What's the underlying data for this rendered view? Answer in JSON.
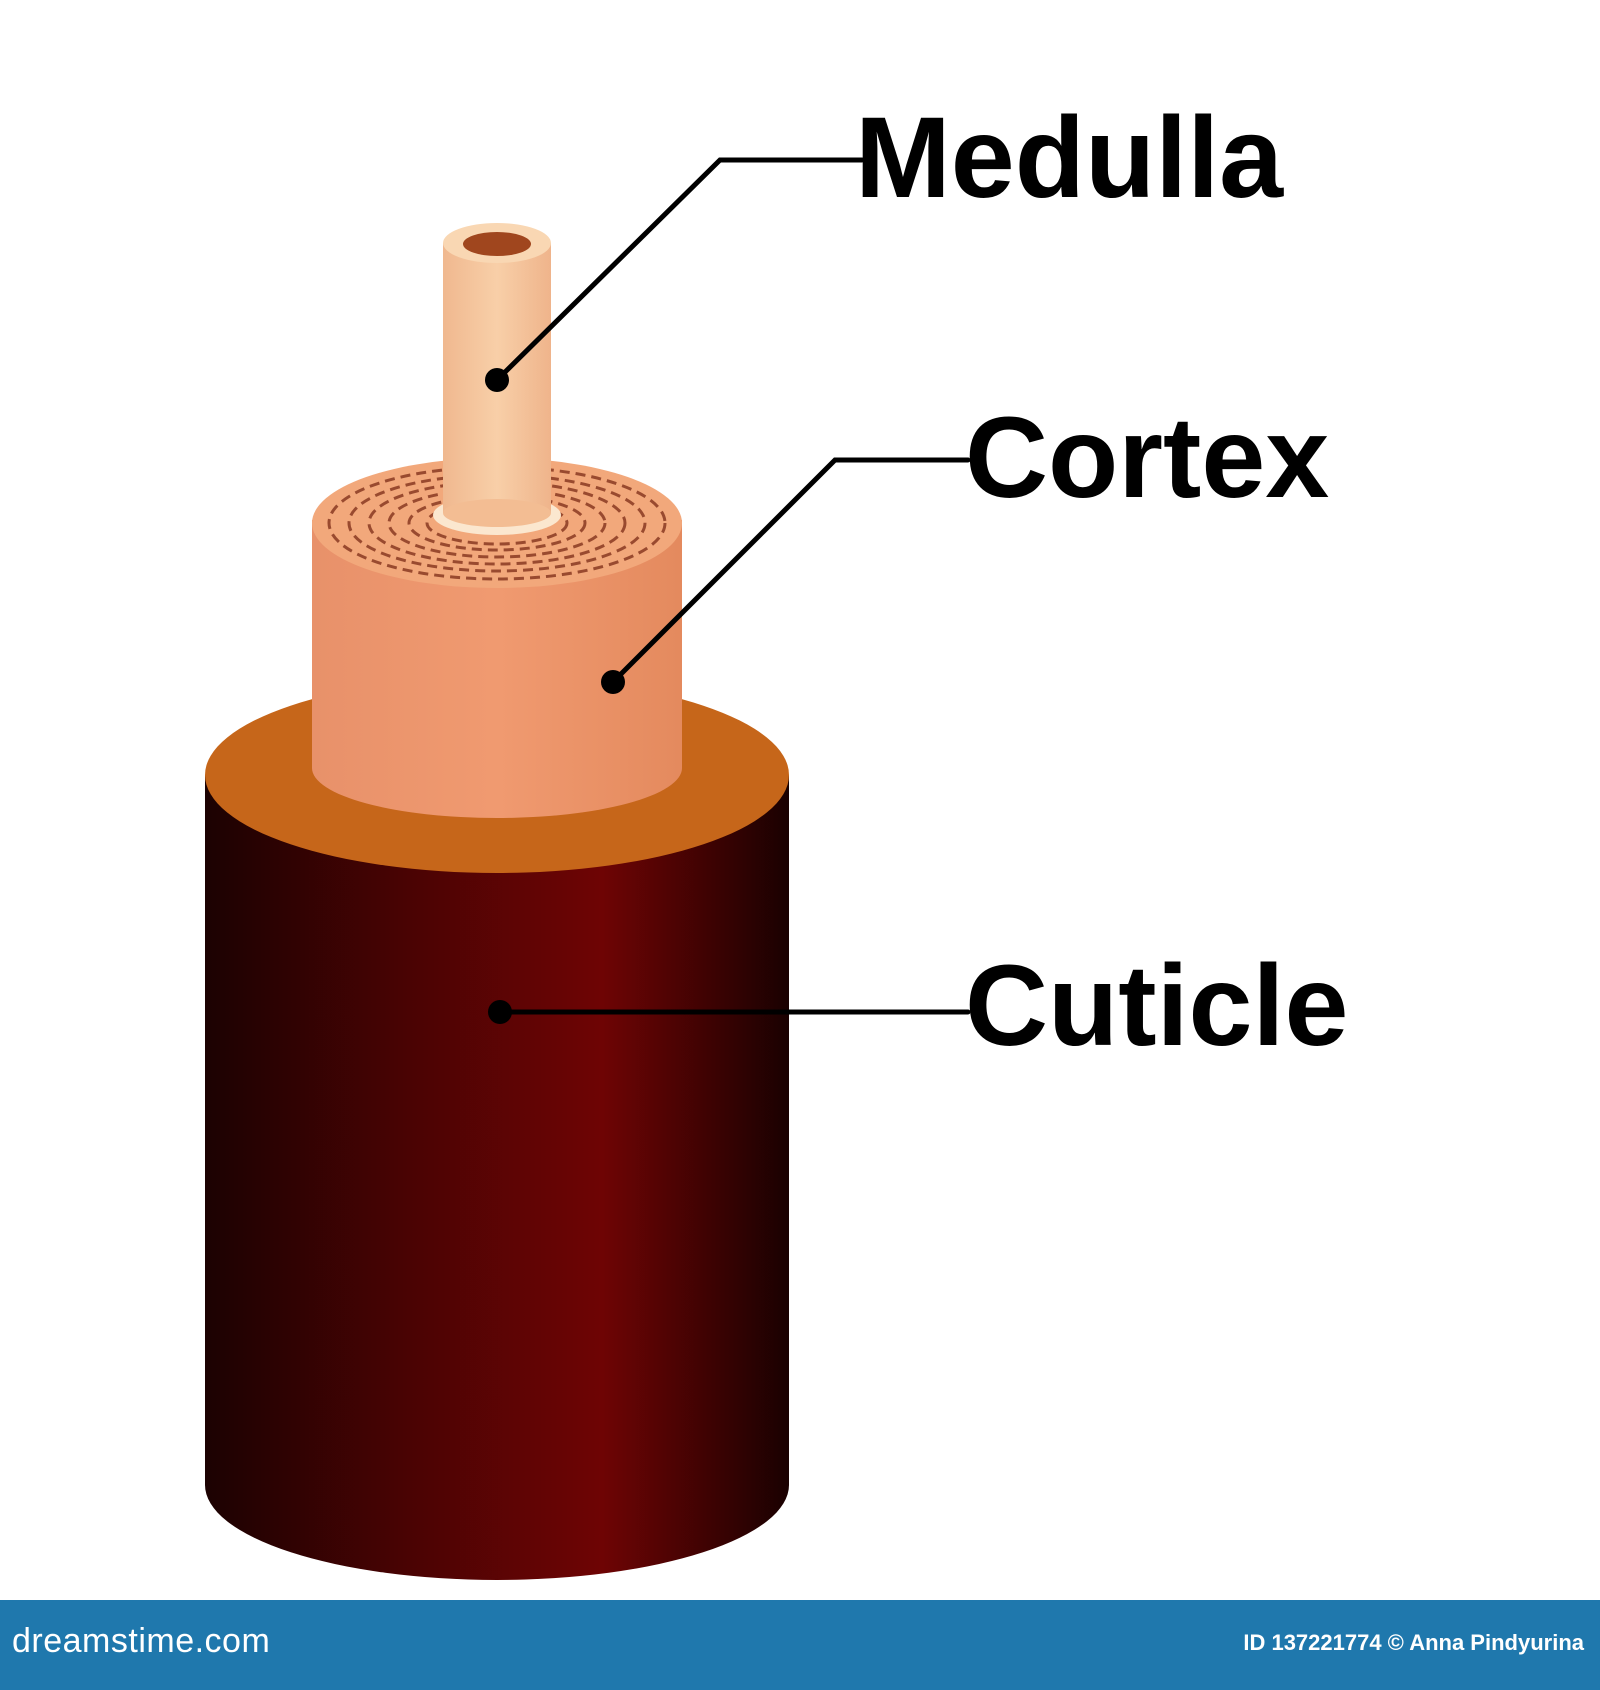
{
  "labels": {
    "medulla": "Medulla",
    "cortex": "Cortex",
    "cuticle": "Cuticle"
  },
  "footer": {
    "brand": "dreamstime.com",
    "credit": "ID 137221774 © Anna Pindyurina"
  },
  "colors": {
    "cuticle_dark": "#1c0202",
    "cuticle_mid": "#6e0404",
    "cuticle_top": "#c6661a",
    "cortex_side": "#ee9669",
    "cortex_top": "#f2a87b",
    "cortex_texture": "#8a3a22",
    "medulla_side": "#f5c49c",
    "medulla_top": "#f9d7b3",
    "medulla_core": "#a0461e",
    "leader_line": "#000000",
    "footer_bg": "#1f78ad"
  }
}
